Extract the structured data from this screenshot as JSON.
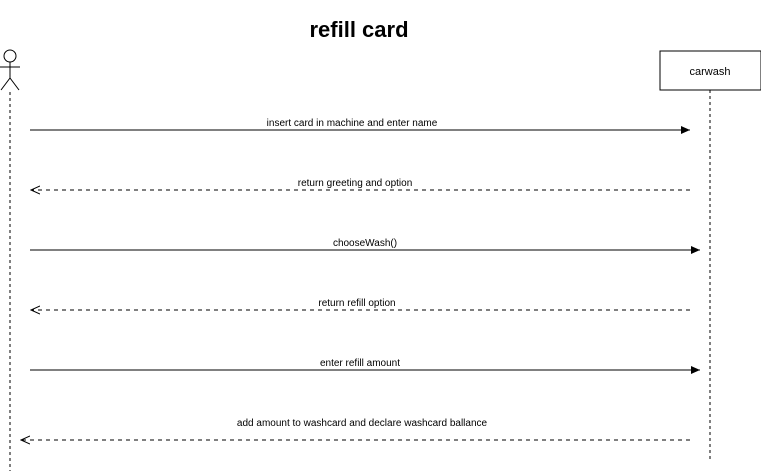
{
  "diagram": {
    "title": "refill card",
    "participants": [
      {
        "id": "actor",
        "kind": "actor",
        "label": ""
      },
      {
        "id": "carwash",
        "kind": "object",
        "label": "carwash"
      }
    ],
    "messages": [
      {
        "label": "insert card in machine and enter name",
        "type": "sync",
        "from": "actor",
        "to": "carwash"
      },
      {
        "label": "return greeting and option",
        "type": "return",
        "from": "carwash",
        "to": "actor"
      },
      {
        "label": "chooseWash()",
        "type": "sync",
        "from": "actor",
        "to": "carwash"
      },
      {
        "label": "return refill option",
        "type": "return",
        "from": "carwash",
        "to": "actor"
      },
      {
        "label": "enter refill amount",
        "type": "sync",
        "from": "actor",
        "to": "carwash"
      },
      {
        "label": "add amount to washcard and declare washcard ballance",
        "type": "return",
        "from": "carwash",
        "to": "actor"
      }
    ]
  }
}
